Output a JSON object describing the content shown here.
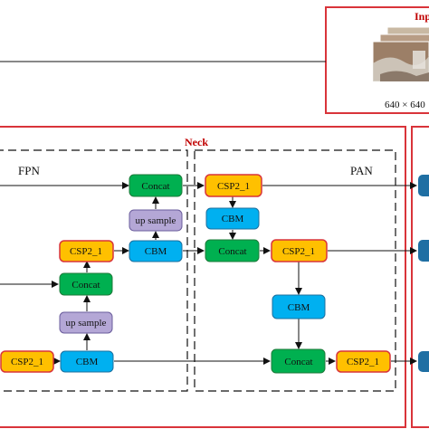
{
  "input": {
    "title": "Inp",
    "size_label": "640 × 640"
  },
  "neck": {
    "title": "Neck",
    "fpn_label": "FPN",
    "pan_label": "PAN"
  },
  "nodes": {
    "fpn_csp_bottom": "CSP2_1",
    "fpn_cbm_bottom": "CBM",
    "fpn_upsample_low": "up sample",
    "fpn_concat_low": "Concat",
    "fpn_csp_mid": "CSP2_1",
    "fpn_cbm_mid": "CBM",
    "fpn_upsample_high": "up sample",
    "fpn_concat_high": "Concat",
    "pan_csp_top": "CSP2_1",
    "pan_cbm_top": "CBM",
    "pan_concat_mid": "Concat",
    "pan_csp_mid": "CSP2_1",
    "pan_cbm_mid": "CBM",
    "pan_concat_bottom": "Concat",
    "pan_csp_bottom": "CSP2_1"
  },
  "colors": {
    "csp": "#ffc000",
    "cbm": "#00b0f0",
    "concat": "#00b050",
    "upsample": "#b4a7d6",
    "frame_red": "#d9343a",
    "title_red": "#c00000",
    "output_blue": "#1f6fa3"
  }
}
